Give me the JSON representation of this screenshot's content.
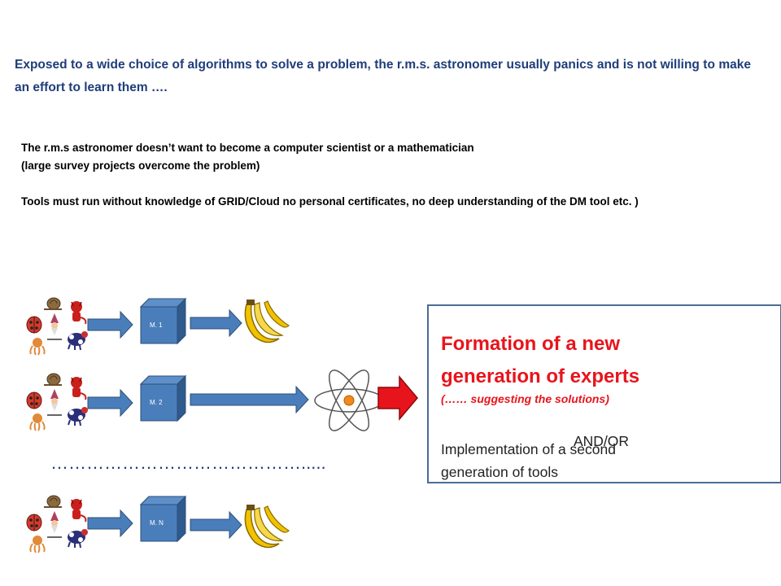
{
  "intro": "Exposed to a wide choice of algorithms to solve a problem, the r.m.s. astronomer usually panics and is not willing to make an effort to learn them ….",
  "notes": [
    "The r.m.s astronomer doesn’t want to become a computer scientist or a mathematician",
    "(large survey projects overcome the problem)",
    "Tools must run without knowledge of GRID/Cloud no personal certificates, no deep understanding of the DM tool etc. )"
  ],
  "models": [
    {
      "label": "M. 1"
    },
    {
      "label": "M. 2"
    },
    {
      "label": "M. N"
    }
  ],
  "dots": "…………………………………….....",
  "result": {
    "headline_1": "Formation of a new",
    "headline_2": "generation of experts",
    "hint": "(…… suggesting  the solutions)",
    "impl_1": "Implementation of a second",
    "impl_2": "generation of tools",
    "and_or": "AND/OR"
  },
  "colors": {
    "title_blue": "#1f3d7a",
    "cube_front": "#4a7ebb",
    "arrow_fill": "#4a7ebb",
    "accent_red": "#e8141c",
    "banana": "#f2c200"
  },
  "icons": [
    "snail-icon",
    "devil-icon",
    "ladybug-icon",
    "octopus-icon",
    "gnome-icon",
    "cow-icon",
    "banana-icon",
    "atom-icon"
  ]
}
